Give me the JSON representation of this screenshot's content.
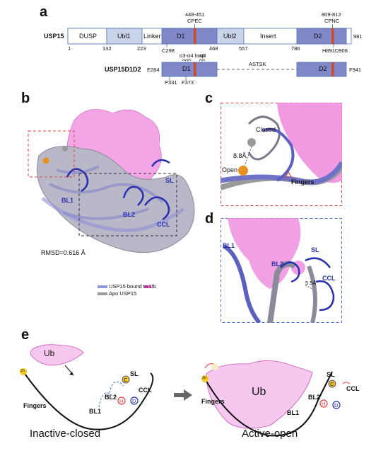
{
  "panels": {
    "a": "a",
    "b": "b",
    "c": "c",
    "d": "d",
    "e": "e"
  },
  "panel_a": {
    "usp15_label": "USP15",
    "domains": {
      "dusp": "DUSP",
      "ubl1": "Ubl1",
      "linker": "Linker",
      "d1": "D1",
      "ubl2": "Ubl2",
      "insert": "Insert",
      "d2": "D2"
    },
    "motif_d1_range": "448-451",
    "motif_d1_name": "CPEC",
    "motif_d2_range": "809-812",
    "motif_d2_name": "CPNC",
    "positions": [
      "1",
      "132",
      "223",
      "468",
      "557",
      "786"
    ],
    "end_position": "981",
    "c298": "C298",
    "h891d908": "H891D908",
    "construct_label": "USP15D1D2",
    "start_res": "E284",
    "end_res": "F941",
    "linker_seq": "ASTSK",
    "loop_label": "α3-α4 loop",
    "alpha8": "α8",
    "p331": "P331",
    "f373": "F373",
    "d1_short": "D1",
    "d2_short": "D2"
  },
  "panel_b": {
    "sl": "SL",
    "bl1": "BL1",
    "bl2": "BL2",
    "ccl": "CCL",
    "rmsd": "RMSD=0.616 Å",
    "legend_ub": "USP15 bound to Ub",
    "legend_apo": "Apo USP15"
  },
  "panel_c": {
    "closed": "Closed",
    "open": "Open",
    "distance": "8.8Å",
    "fingers": "Fingers"
  },
  "panel_d": {
    "bl1": "BL1",
    "bl2": "BL2",
    "sl": "SL",
    "ccl": "CCL",
    "distance": "5.5Å"
  },
  "panel_e": {
    "ub_left": "Ub",
    "ub_right": "Ub",
    "fingers_left": "Fingers",
    "fingers_right": "Fingers",
    "sl_left": "SL",
    "sl_right": "SL",
    "ccl_left": "CCL",
    "ccl_right": "CCL",
    "bl1_left": "BL1",
    "bl1_right": "BL1",
    "bl2_left": "BL2",
    "bl2_right": "BL2",
    "state_left": "Inactive-closed",
    "state_right": "Active-open",
    "zn": "Zn",
    "c_res": "C",
    "h_res": "H",
    "d_res": "D"
  },
  "colors": {
    "domain_light": "#c9d3ea",
    "domain_dark": "#8088c8",
    "motif": "#d04a28",
    "ub_pink": "#ee88dd",
    "ub_fill": "#f6c8f0",
    "blue_loop": "#2a2fae",
    "grey": "#9a9a9a",
    "red_box": "#e04040",
    "blue_box": "#4a6fd0",
    "orange": "#e89020",
    "zn_yellow": "#f2c820"
  }
}
